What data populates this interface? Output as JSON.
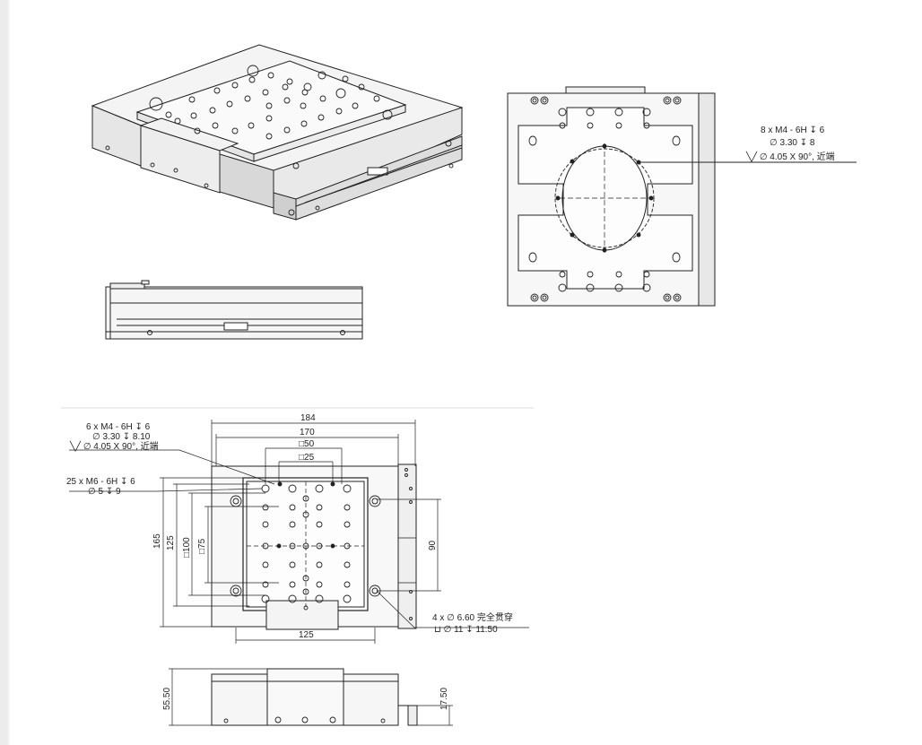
{
  "top_view_callout": {
    "line1": "8 x  M4 - 6H ↧ 6",
    "line2": "∅ 3.30 ↧ 8",
    "line3": "╲╱  ∅  4.05 X 90°, 近端"
  },
  "plan_callout_a": {
    "line1": "6 x  M4 - 6H ↧ 6",
    "line2": "∅  3.30 ↧  8.10",
    "line3": "╲╱  ∅  4.05 X 90°, 近端"
  },
  "plan_callout_b": {
    "line1": "25 x  M6 - 6H ↧ 6",
    "line2": "∅ 5 ↧ 9"
  },
  "plan_callout_c": {
    "line1": "4 x ∅  6.60 完全贯穿",
    "line2": "⊔  ∅  11 ↧  11.50"
  },
  "dimensions": {
    "d184": "184",
    "d170": "170",
    "d50": "□50",
    "d25": "□25",
    "d165": "165",
    "d125v": "125",
    "d100": "□100",
    "d75": "□75",
    "d90": "90",
    "d125h": "125",
    "d55_50": "55.50",
    "d17_50": "17.50"
  }
}
